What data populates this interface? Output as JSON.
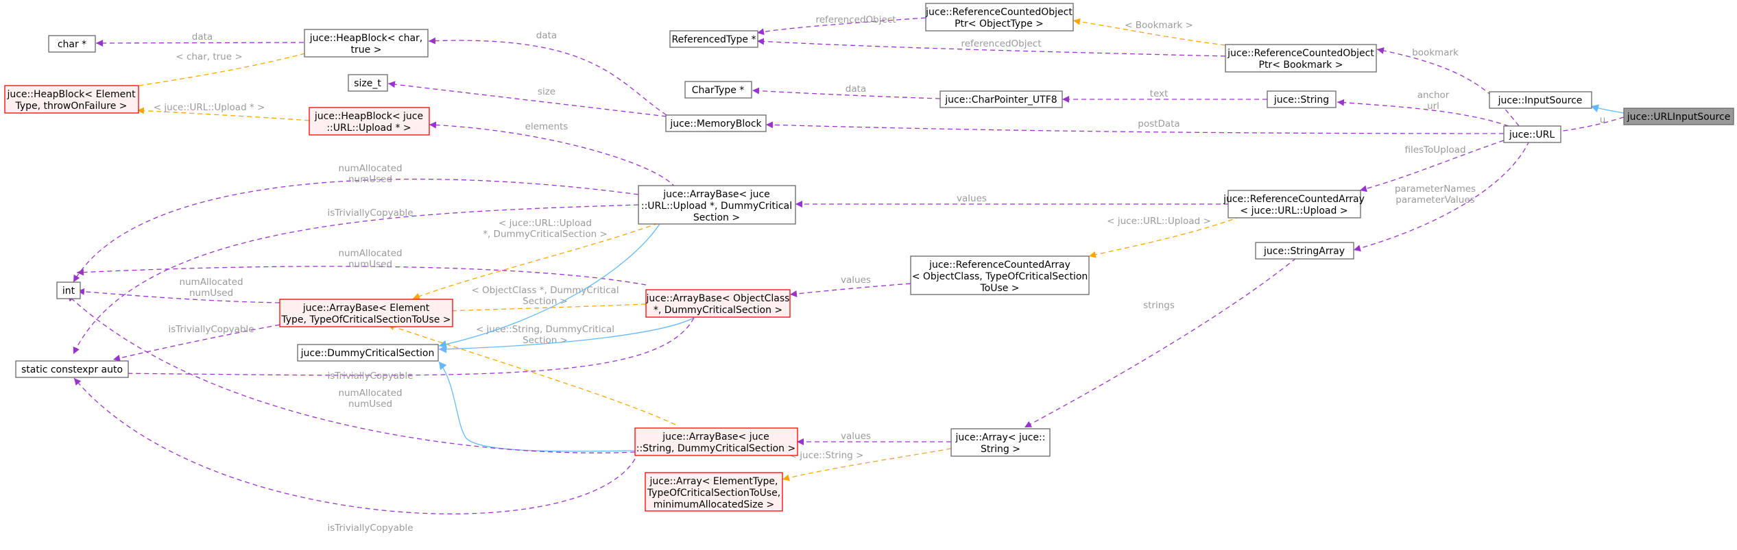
{
  "nodes": {
    "char_ptr": {
      "lines": [
        "char *"
      ]
    },
    "heapblock_elem": {
      "lines": [
        "juce::HeapBlock< Element",
        "Type, throwOnFailure >"
      ]
    },
    "int": {
      "lines": [
        "int"
      ]
    },
    "static_auto": {
      "lines": [
        "static constexpr auto"
      ]
    },
    "heapblock_char": {
      "lines": [
        "juce::HeapBlock< char,",
        "true >"
      ]
    },
    "size_t": {
      "lines": [
        "size_t"
      ]
    },
    "heapblock_upload": {
      "lines": [
        "juce::HeapBlock< juce",
        "::URL::Upload * >"
      ]
    },
    "arraybase_elem": {
      "lines": [
        "juce::ArrayBase< Element",
        "Type, TypeOfCriticalSectionToUse >"
      ]
    },
    "dummy_cs": {
      "lines": [
        "juce::DummyCriticalSection"
      ]
    },
    "arraybase_upload": {
      "lines": [
        "juce::ArrayBase< juce",
        "::URL::Upload *, DummyCritical",
        "Section >"
      ]
    },
    "memoryblock": {
      "lines": [
        "juce::MemoryBlock"
      ]
    },
    "arraybase_obj": {
      "lines": [
        "juce::ArrayBase< ObjectClass",
        "*, DummyCriticalSection >"
      ]
    },
    "arraybase_string": {
      "lines": [
        "juce::ArrayBase< juce",
        "::String, DummyCriticalSection >"
      ]
    },
    "array_elem": {
      "lines": [
        "juce::Array< ElementType,",
        "TypeOfCriticalSectionToUse,",
        "minimumAllocatedSize >"
      ]
    },
    "referenced_type": {
      "lines": [
        "ReferencedType *"
      ]
    },
    "chartype": {
      "lines": [
        "CharType *"
      ]
    },
    "rco_obj": {
      "lines": [
        "juce::ReferenceCountedObject",
        "Ptr< ObjectType >"
      ]
    },
    "charptr_utf8": {
      "lines": [
        "juce::CharPointer_UTF8"
      ]
    },
    "rca_obj": {
      "lines": [
        "juce::ReferenceCountedArray",
        "< ObjectClass, TypeOfCriticalSection",
        "ToUse >"
      ]
    },
    "array_string": {
      "lines": [
        "juce::Array< juce::",
        "String >"
      ]
    },
    "rco_bookmark": {
      "lines": [
        "juce::ReferenceCountedObject",
        "Ptr< Bookmark >"
      ]
    },
    "string": {
      "lines": [
        "juce::String"
      ]
    },
    "rca_upload": {
      "lines": [
        "juce::ReferenceCountedArray",
        "< juce::URL::Upload >"
      ]
    },
    "stringarray": {
      "lines": [
        "juce::StringArray"
      ]
    },
    "inputsource": {
      "lines": [
        "juce::InputSource"
      ]
    },
    "url": {
      "lines": [
        "juce::URL"
      ]
    },
    "urlinputsource": {
      "lines": [
        "juce::URLInputSource"
      ]
    }
  },
  "edges": {
    "e_data_char": {
      "labels": [
        "data"
      ]
    },
    "e_char_true": {
      "labels": [
        "< char, true >"
      ]
    },
    "e_upload_tpl": {
      "labels": [
        "< juce::URL::Upload * >"
      ]
    },
    "e_data_mem": {
      "labels": [
        "data"
      ]
    },
    "e_size": {
      "labels": [
        "size"
      ]
    },
    "e_elements": {
      "labels": [
        "elements"
      ]
    },
    "e_int_upload": {
      "labels": [
        "numAllocated",
        "numUsed"
      ]
    },
    "e_triv_upload": {
      "labels": [
        "isTriviallyCopyable"
      ]
    },
    "e_upload_tpl2": {
      "labels": [
        "< juce::URL::Upload",
        "*, DummyCriticalSection >"
      ]
    },
    "e_int_obj": {
      "labels": [
        "numAllocated",
        "numUsed"
      ]
    },
    "e_int_elem": {
      "labels": [
        "numAllocated",
        "numUsed"
      ]
    },
    "e_triv_elem": {
      "labels": [
        "isTriviallyCopyable"
      ]
    },
    "e_obj_tpl": {
      "labels": [
        "< ObjectClass *, DummyCritical",
        "Section >"
      ]
    },
    "e_string_tpl": {
      "labels": [
        "< juce::String, DummyCritical",
        "Section >"
      ]
    },
    "e_triv_obj": {
      "labels": [
        "isTriviallyCopyable"
      ]
    },
    "e_int_string": {
      "labels": [
        "numAllocated",
        "numUsed"
      ]
    },
    "e_triv_string": {
      "labels": [
        "isTriviallyCopyable"
      ]
    },
    "e_values_upload": {
      "labels": [
        "values"
      ]
    },
    "e_values_obj": {
      "labels": [
        "values"
      ]
    },
    "e_values_string": {
      "labels": [
        "values"
      ]
    },
    "e_string_arr_tpl": {
      "labels": [
        "< juce::String >"
      ]
    },
    "e_refobj": {
      "labels": [
        "referencedObject"
      ]
    },
    "e_refobj2": {
      "labels": [
        "referencedObject"
      ]
    },
    "e_bookmark_tpl": {
      "labels": [
        "< Bookmark >"
      ]
    },
    "e_data_chartype": {
      "labels": [
        "data"
      ]
    },
    "e_text": {
      "labels": [
        "text"
      ]
    },
    "e_rca_upload_tpl": {
      "labels": [
        "< juce::URL::Upload >"
      ]
    },
    "e_strings": {
      "labels": [
        "strings"
      ]
    },
    "e_bookmark": {
      "labels": [
        "bookmark"
      ]
    },
    "e_anchor": {
      "labels": [
        "anchor",
        "url"
      ]
    },
    "e_postdata": {
      "labels": [
        "postData"
      ]
    },
    "e_files": {
      "labels": [
        "filesToUpload"
      ]
    },
    "e_params": {
      "labels": [
        "parameterNames",
        "parameterValues"
      ]
    },
    "e_u": {
      "labels": [
        "u"
      ]
    }
  },
  "colors": {
    "usage": "#9a32cd",
    "template": "#ffa500",
    "inherit": "#63b8ff",
    "highlight_fill": "#999999",
    "error_border": "#ff0000"
  }
}
